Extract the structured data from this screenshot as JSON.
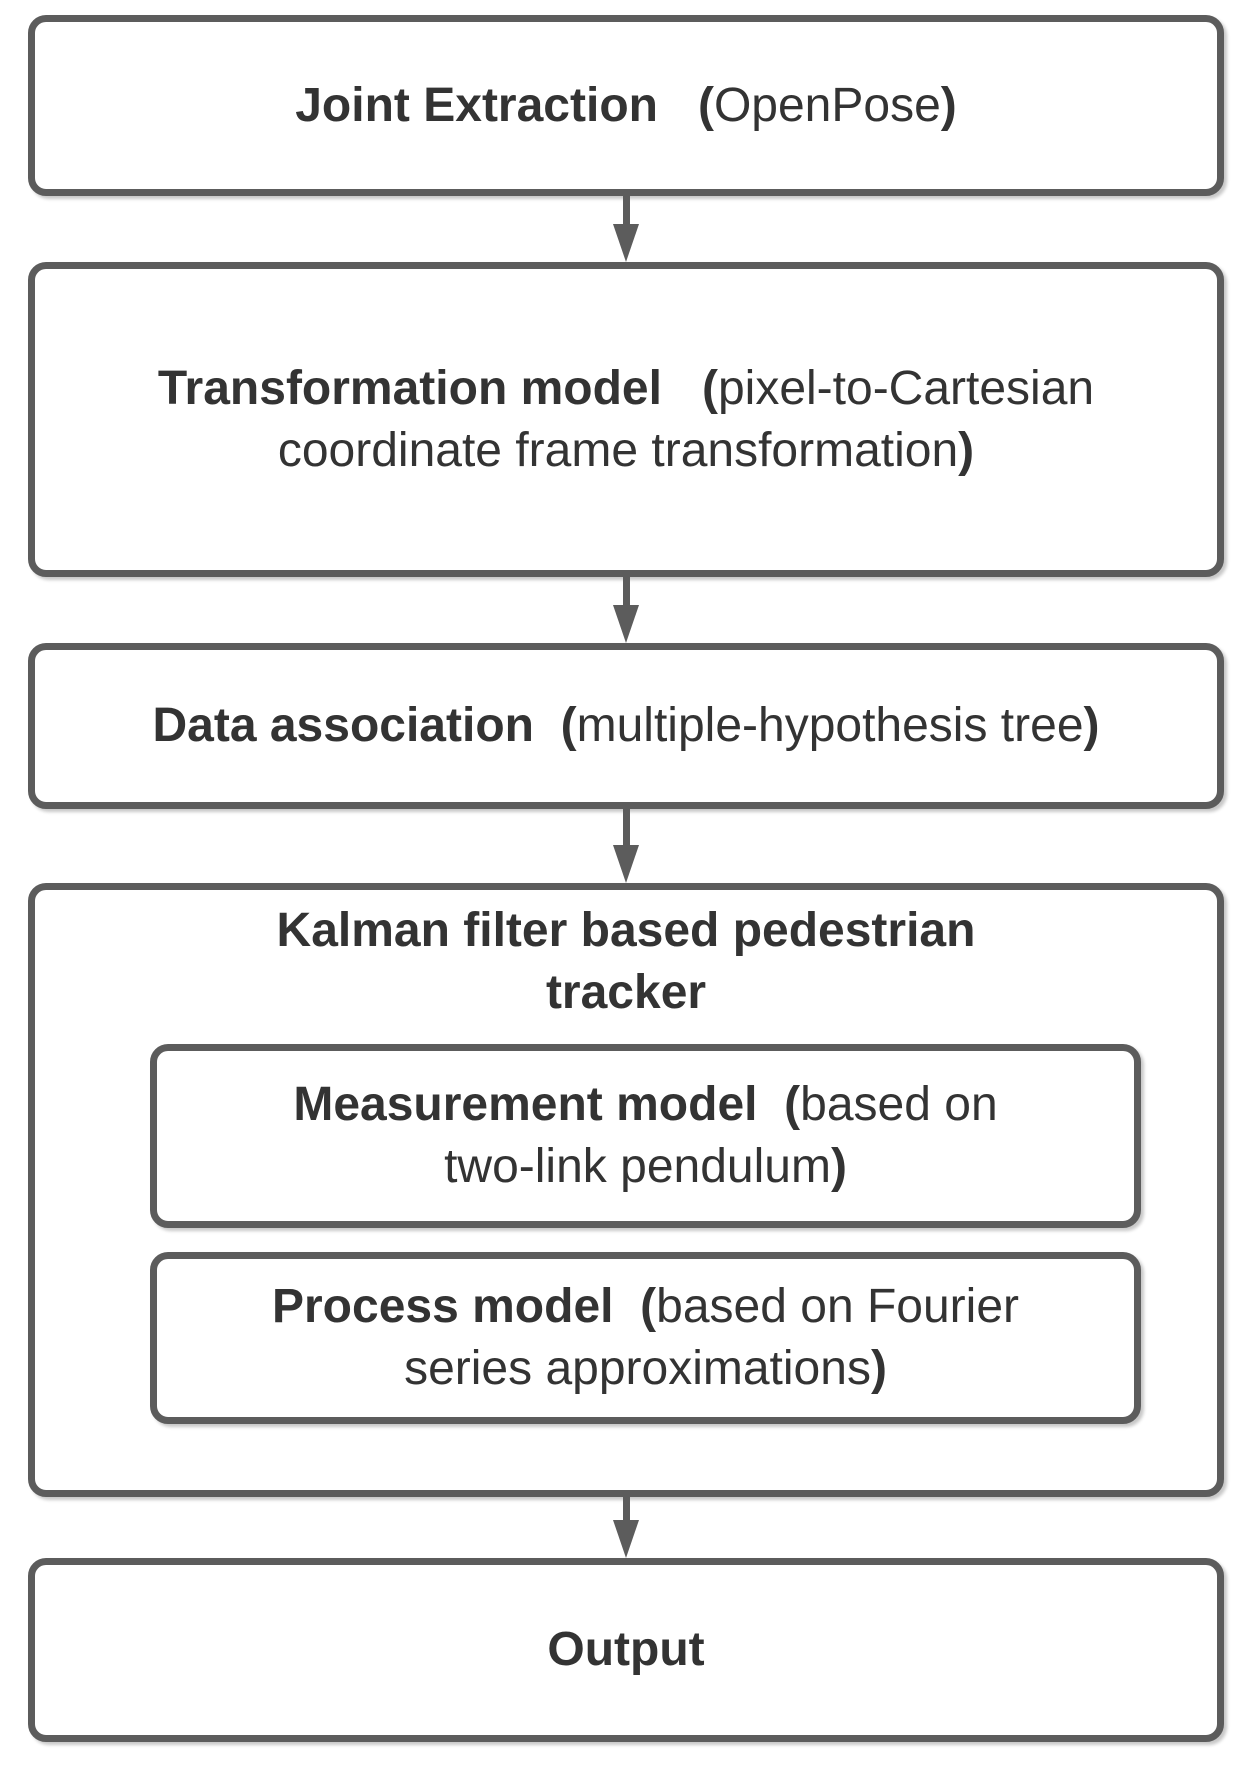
{
  "colors": {
    "background": "#ffffff",
    "box_fill": "#ffffff",
    "box_border": "#5c5c5c",
    "arrow": "#5c5c5c",
    "text": "#333333"
  },
  "flowchart": {
    "boxes": {
      "joint_extraction": {
        "lines": [
          [
            {
              "t": "Joint Extraction",
              "b": true
            },
            {
              "t": "   ",
              "b": false
            },
            {
              "t": "(",
              "b": true
            },
            {
              "t": "OpenPose",
              "b": false
            },
            {
              "t": ")",
              "b": true
            }
          ]
        ]
      },
      "transformation_model": {
        "lines": [
          [
            {
              "t": "Transformation model",
              "b": true
            },
            {
              "t": "   ",
              "b": false
            },
            {
              "t": "(",
              "b": true
            },
            {
              "t": "pixel-to-Cartesian",
              "b": false
            }
          ],
          [
            {
              "t": "coordinate frame transformation",
              "b": false
            },
            {
              "t": ")",
              "b": true
            }
          ]
        ]
      },
      "data_association": {
        "lines": [
          [
            {
              "t": "Data association",
              "b": true
            },
            {
              "t": "  ",
              "b": false
            },
            {
              "t": "(",
              "b": true
            },
            {
              "t": "multiple-hypothesis tree",
              "b": false
            },
            {
              "t": ")",
              "b": true
            }
          ]
        ]
      },
      "kalman_tracker": {
        "lines": [
          [
            {
              "t": "Kalman filter based pedestrian",
              "b": true
            }
          ],
          [
            {
              "t": "tracker",
              "b": true
            }
          ]
        ]
      },
      "measurement_model": {
        "lines": [
          [
            {
              "t": "Measurement model",
              "b": true
            },
            {
              "t": "  ",
              "b": false
            },
            {
              "t": "(",
              "b": true
            },
            {
              "t": "based on",
              "b": false
            }
          ],
          [
            {
              "t": "two-link pendulum",
              "b": false
            },
            {
              "t": ")",
              "b": true
            }
          ]
        ]
      },
      "process_model": {
        "lines": [
          [
            {
              "t": "Process model",
              "b": true
            },
            {
              "t": "  ",
              "b": false
            },
            {
              "t": "(",
              "b": true
            },
            {
              "t": "based on Fourier",
              "b": false
            }
          ],
          [
            {
              "t": "series approximations",
              "b": false
            },
            {
              "t": ")",
              "b": true
            }
          ]
        ]
      },
      "output": {
        "lines": [
          [
            {
              "t": "Output",
              "b": true
            }
          ]
        ]
      }
    }
  }
}
